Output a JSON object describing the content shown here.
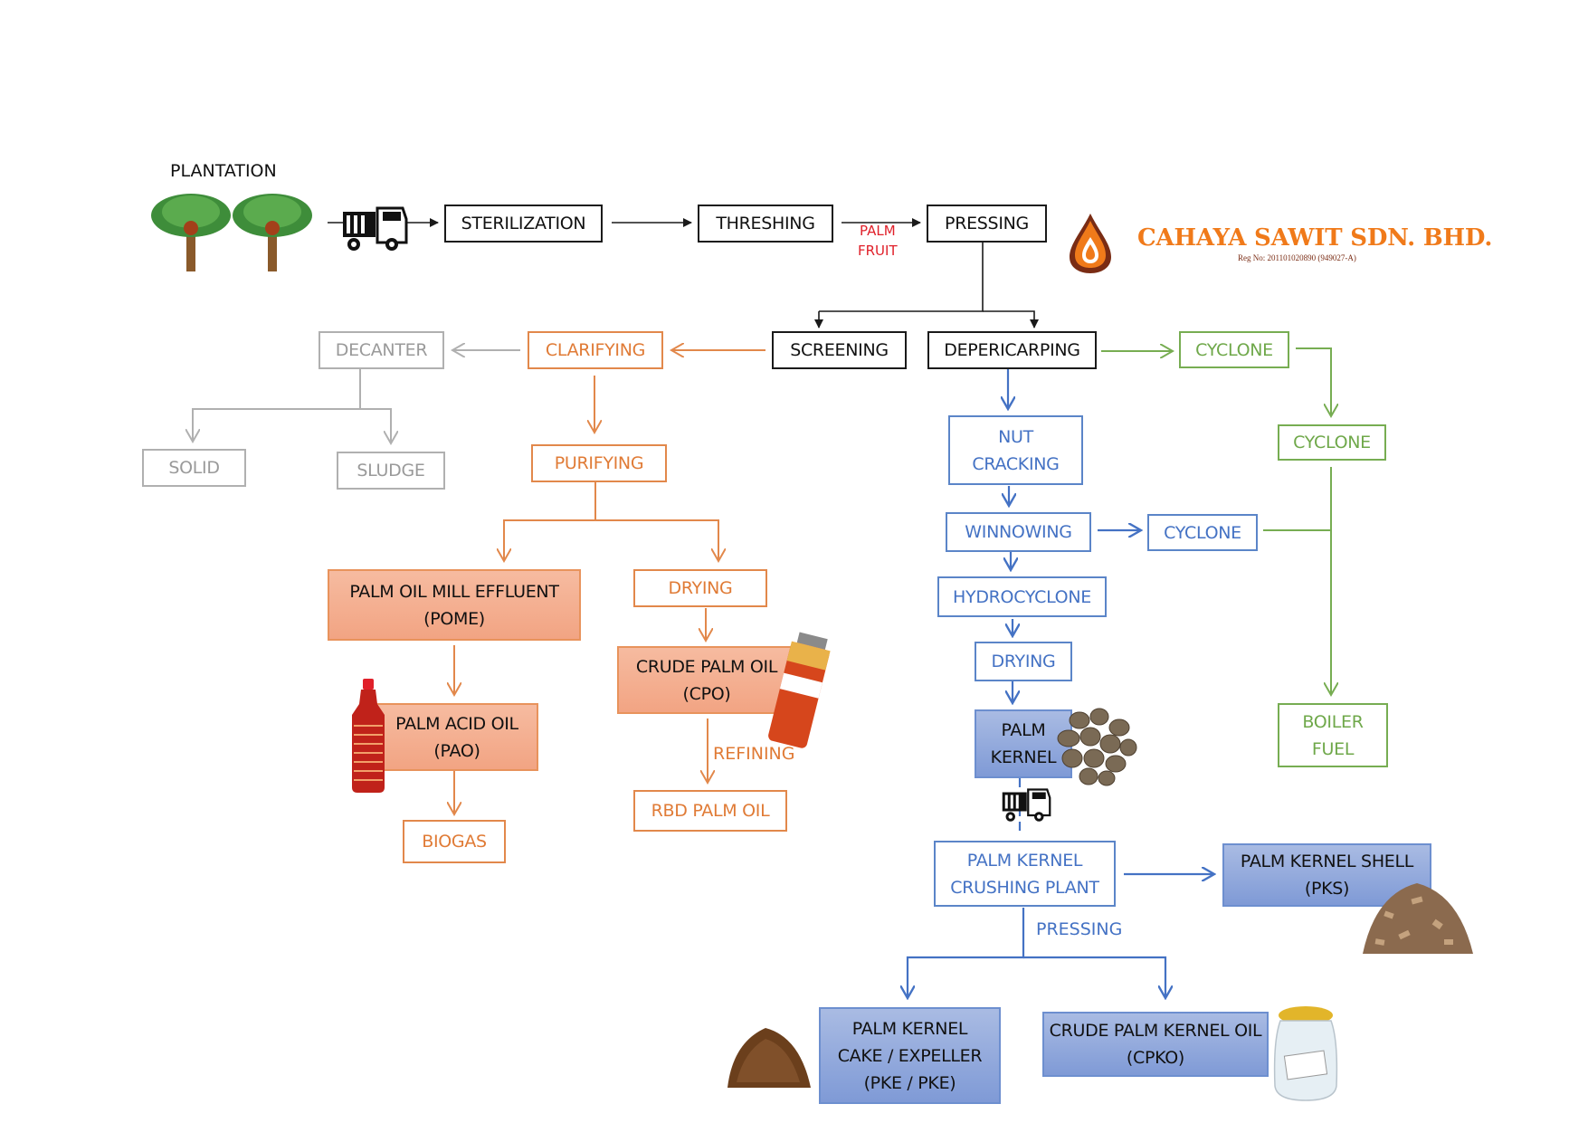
{
  "title": "Palm Oil Mill Process Flow",
  "company": {
    "name": "CAHAYA SAWIT SDN. BHD.",
    "reg_no": "Reg No: 201101020890 (949027-A)",
    "brand_color": "#f07a1a"
  },
  "colors": {
    "main_line": "#1a1a1a",
    "decanter_branch": "#b0b0b0",
    "oil_branch": "#e2884b",
    "fibre_branch": "#77ad52",
    "kernel_branch": "#4472c4",
    "palm_fruit_label": "#e0202a"
  },
  "labels": {
    "plantation": "PLANTATION",
    "palm_fruit": "PALM\nFRUIT",
    "refining": "REFINING",
    "pressing_kernel": "PRESSING"
  },
  "nodes": {
    "sterilization": "STERILIZATION",
    "threshing": "THRESHING",
    "pressing": "PRESSING",
    "screening": "SCREENING",
    "depericarping": "DEPERICARPING",
    "clarifying": "CLARIFYING",
    "decanter": "DECANTER",
    "solid": "SOLID",
    "sludge": "SLUDGE",
    "purifying": "PURIFYING",
    "pome": "PALM OIL MILL EFFLUENT\n(POME)",
    "drying_oil": "DRYING",
    "cpo": "CRUDE PALM OIL\n(CPO)",
    "pao": "PALM ACID OIL\n(PAO)",
    "biogas": "BIOGAS",
    "rbd": "RBD PALM OIL",
    "cyclone_fibre_1": "CYCLONE",
    "cyclone_fibre_2": "CYCLONE",
    "boiler_fuel": "BOILER\nFUEL",
    "nut_cracking": "NUT\nCRACKING",
    "winnowing": "WINNOWING",
    "cyclone_shell": "CYCLONE",
    "hydrocyclone": "HYDROCYCLONE",
    "drying_kernel": "DRYING",
    "palm_kernel": "PALM\nKERNEL",
    "pk_crushing": "PALM KERNEL\nCRUSHING PLANT",
    "pks": "PALM KERNEL SHELL\n(PKS)",
    "pke": "PALM KERNEL\nCAKE / EXPELLER\n(PKE / PKE)",
    "cpko": "CRUDE PALM KERNEL OIL\n(CPKO)"
  },
  "images": {
    "trees": "palm-trees",
    "truck": "truck",
    "logo": "oil-drop-logo",
    "pao_bottle": "pao-bottle",
    "cpo_bottle": "cpo-bottle",
    "kernels": "palm-kernels",
    "shells": "kernel-shells",
    "cake": "kernel-cake-pile",
    "cpko_jar": "cpko-jar"
  }
}
